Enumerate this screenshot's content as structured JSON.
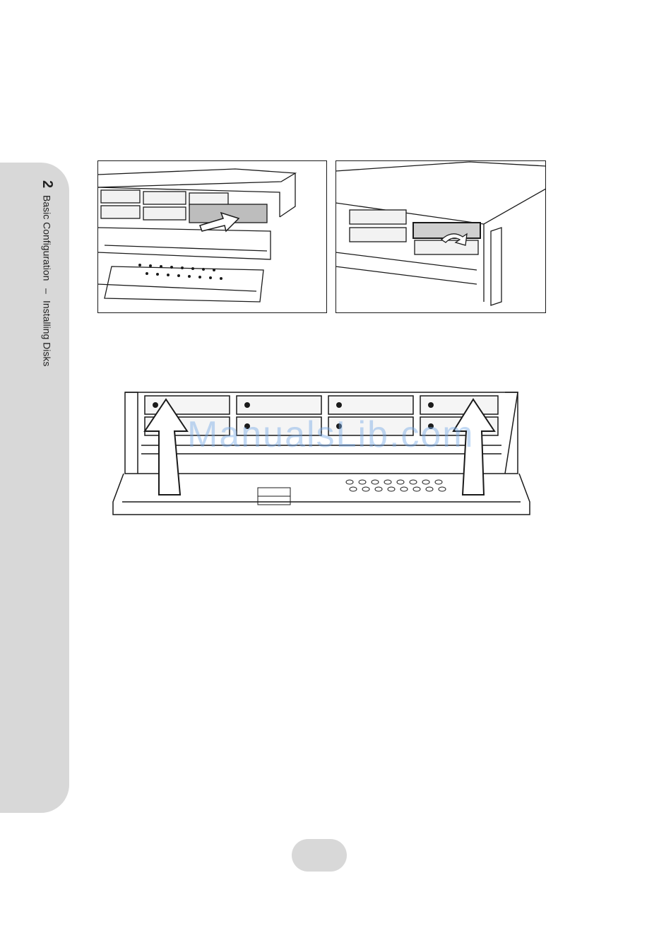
{
  "sidebar": {
    "chapter_number": "2",
    "chapter_title": "Basic Configuration",
    "dash": "–",
    "section_title": "Installing Disks"
  },
  "watermark": "ManualsLib.com",
  "colors": {
    "tab_gray": "#d8d8d8",
    "line": "#1a1a1a",
    "watermark": "#78aae6"
  }
}
